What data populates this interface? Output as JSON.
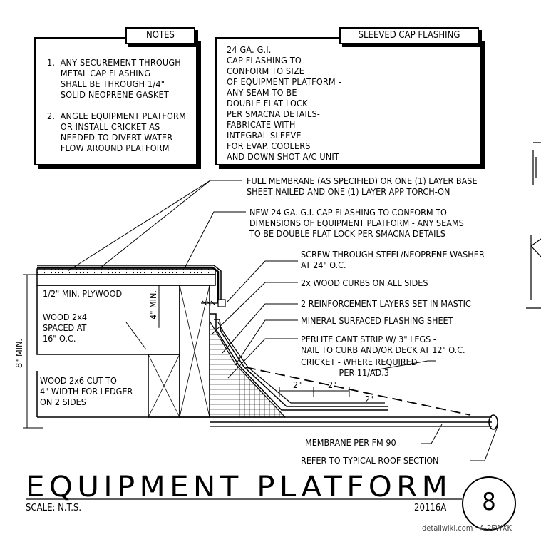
{
  "notes": {
    "header": "NOTES",
    "items": [
      "1.  ANY SECUREMENT THROUGH\n     METAL CAP FLASHING\n     SHALL BE THROUGH 1/4\"\n     SOLID NEOPRENE GASKET",
      "2.  ANGLE EQUIPMENT PLATFORM\n     OR INSTALL CRICKET AS\n     NEEDED TO DIVERT WATER\n     FLOW AROUND PLATFORM"
    ]
  },
  "sleeved": {
    "header": "SLEEVED CAP FLASHING",
    "text": "24 GA. G.I.\nCAP FLASHING TO\nCONFORM TO SIZE\nOF EQUIPMENT PLATFORM -\nANY SEAM TO BE\nDOUBLE FLAT LOCK\nPER SMACNA DETAILS-\nFABRICATE WITH\nINTEGRAL SLEEVE\nFOR EVAP. COOLERS\nAND DOWN SHOT A/C UNIT"
  },
  "callouts": {
    "membrane": "FULL MEMBRANE (AS SPECIFIED) OR ONE (1) LAYER BASE\nSHEET NAILED AND ONE (1) LAYER APP TORCH-ON",
    "cap_flashing": "NEW 24 GA. G.I. CAP FLASHING TO CONFORM TO\nDIMENSIONS OF EQUIPMENT PLATFORM - ANY SEAMS\nTO BE DOUBLE FLAT LOCK PER SMACNA DETAILS",
    "screw": "SCREW THROUGH STEEL/NEOPRENE WASHER\nAT 24\" O.C.",
    "curbs": "2x WOOD CURBS ON ALL SIDES",
    "reinforcement": "2 REINFORCEMENT LAYERS SET IN MASTIC",
    "mineral": "MINERAL SURFACED FLASHING SHEET",
    "perlite": "PERLITE CANT STRIP W/ 3\" LEGS -\nNAIL TO CURB AND/OR DECK AT 12\" O.C.",
    "cricket": "CRICKET - WHERE REQUIRED\n               PER 11/AD.3",
    "membrane_fm": "MEMBRANE PER FM 90",
    "refer": "REFER TO TYPICAL ROOF SECTION"
  },
  "labels": {
    "plywood": "1/2\" MIN. PLYWOOD",
    "wood2x4": "WOOD 2x4\nSPACED AT\n16\" O.C.",
    "wood2x6": "WOOD 2x6 CUT TO\n4\" WIDTH FOR LEDGER\nON 2 SIDES",
    "min8": "8\" MIN.",
    "min4": "4\" MIN.",
    "dim1": "2\"",
    "dim2": "2\"",
    "dim3": "2\""
  },
  "footer": {
    "title": "EQUIPMENT PLATFORM",
    "scale": "SCALE: N.T.S.",
    "code": "20116A",
    "detail_number": "8",
    "watermark": "detailwiki.com · A-2FWXK"
  }
}
